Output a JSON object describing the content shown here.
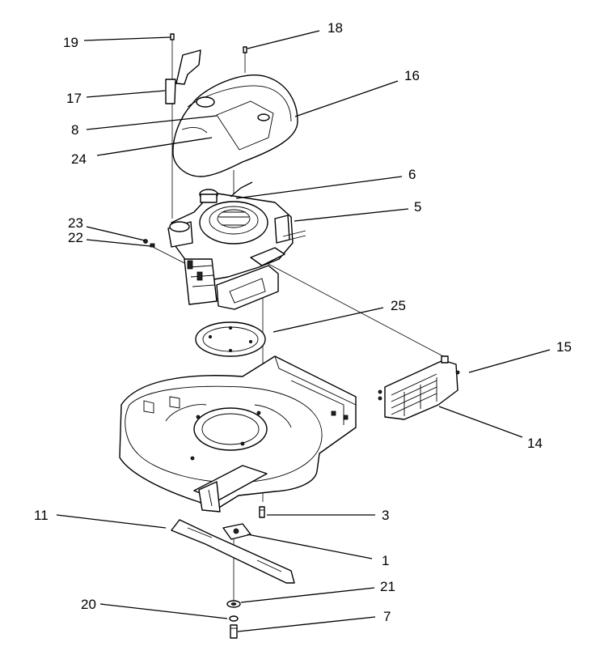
{
  "callouts": [
    "19",
    "18",
    "17",
    "16",
    "8",
    "24",
    "6",
    "5",
    "23",
    "22",
    "25",
    "15",
    "14",
    "3",
    "11",
    "1",
    "21",
    "20",
    "7"
  ]
}
